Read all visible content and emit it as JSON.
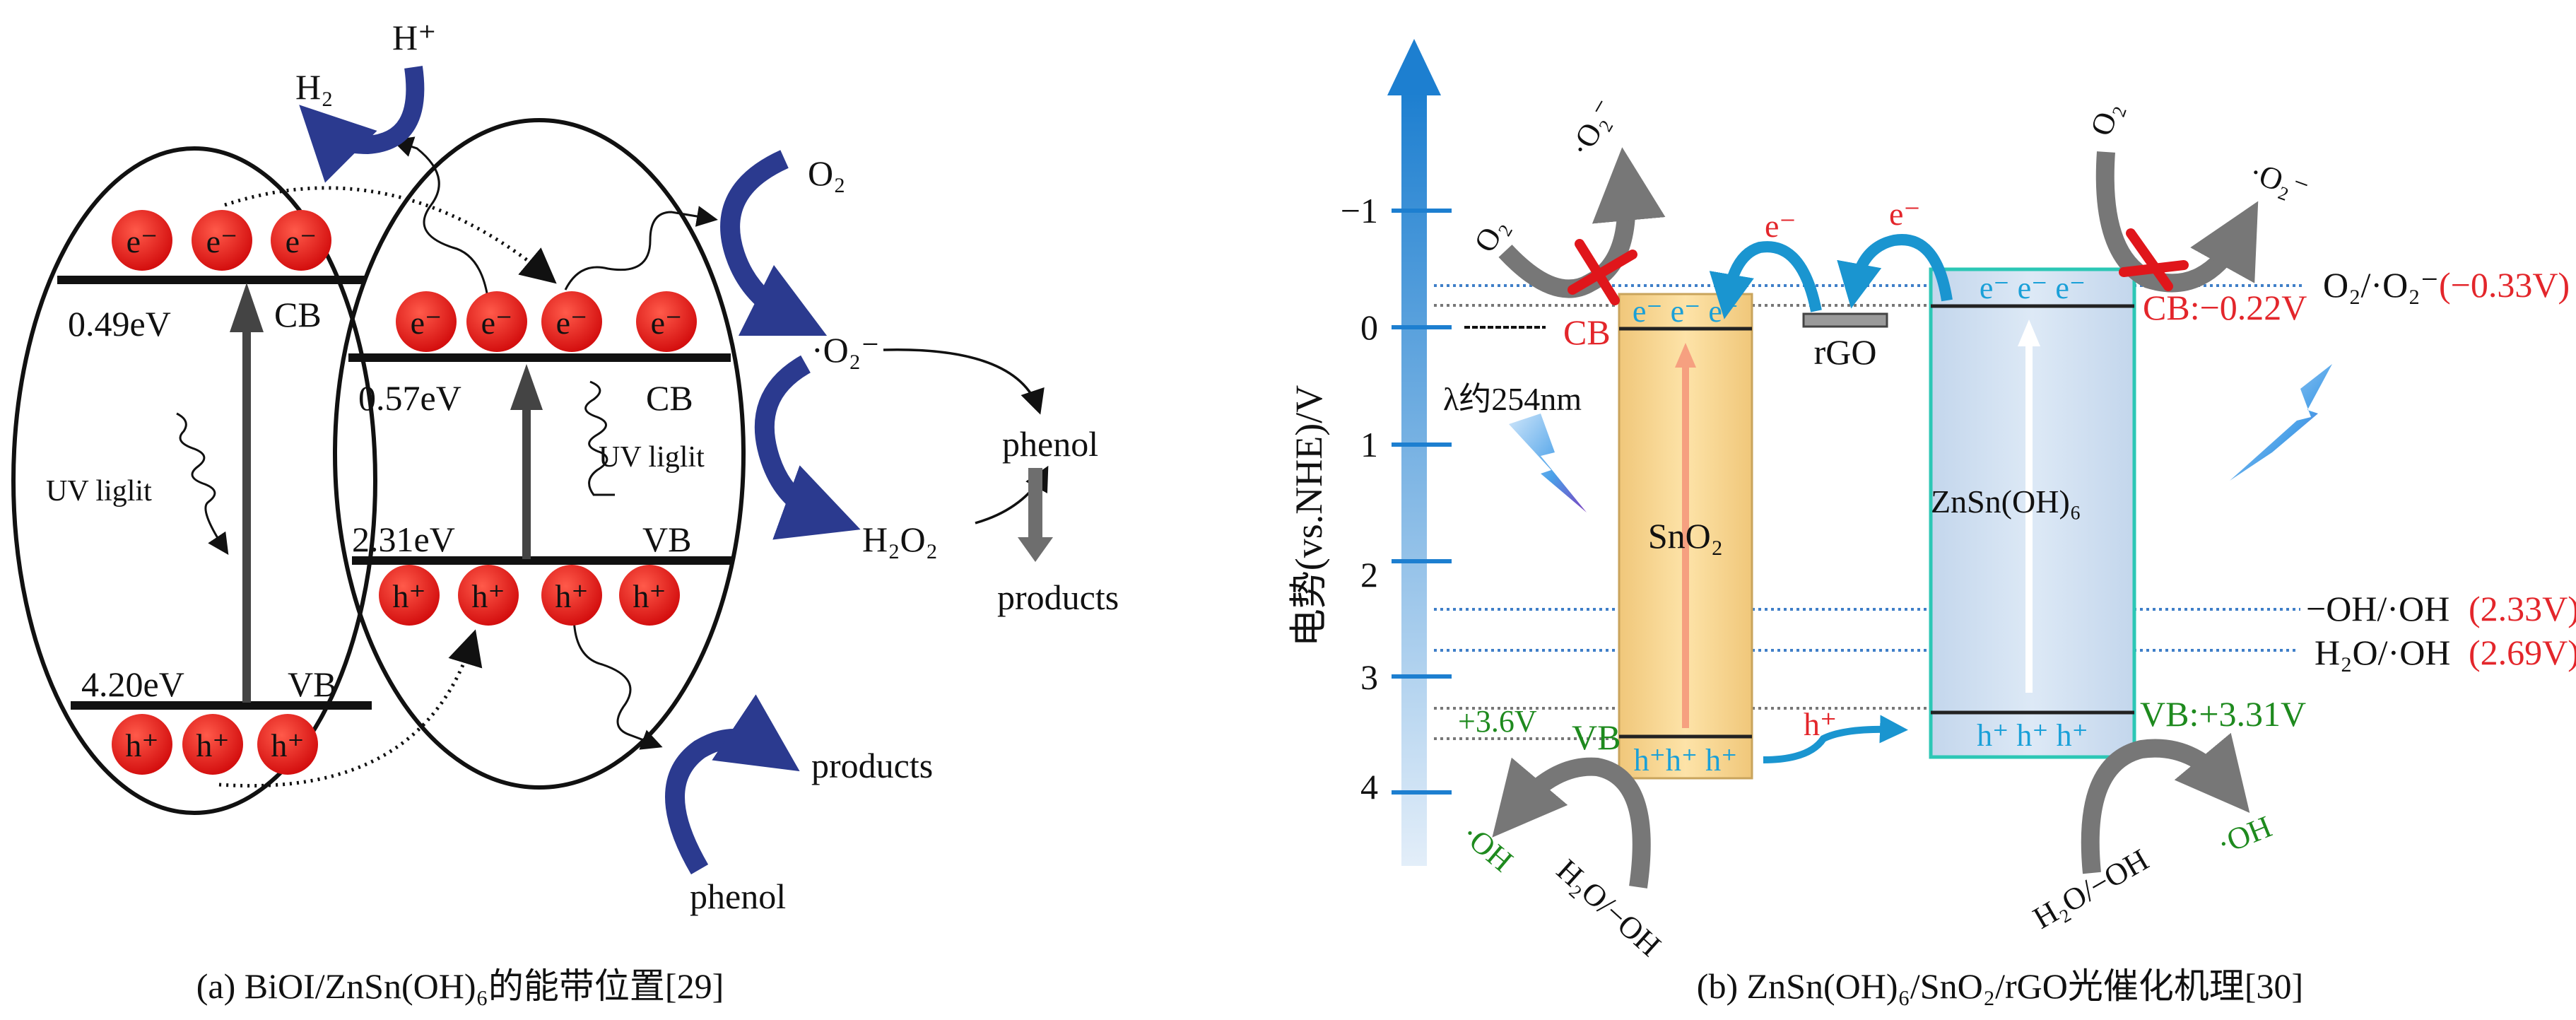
{
  "panel_a": {
    "caption": "(a) BiOI/ZnSn(OH)₆的能带位置[29]",
    "left": {
      "cb_energy": "0.49eV",
      "cb": "CB",
      "vb_energy": "4.20eV",
      "vb": "VB",
      "light": "UV liglit",
      "electrons": [
        "e⁻",
        "e⁻",
        "e⁻"
      ],
      "holes": [
        "h⁺",
        "h⁺",
        "h⁺"
      ]
    },
    "right": {
      "cb_energy": "0.57eV",
      "cb": "CB",
      "vb_energy": "2.31eV",
      "vb": "VB",
      "light": "UV liglit",
      "electrons": [
        "e⁻",
        "e⁻",
        "e⁻",
        "e⁻"
      ],
      "holes": [
        "h⁺",
        "h⁺",
        "h⁺",
        "h⁺"
      ]
    },
    "species": {
      "h_plus": "H⁺",
      "h2": "H₂",
      "o2": "O₂",
      "superoxide": "·O₂⁻",
      "h2o2": "H₂O₂",
      "phenol_right": "phenol",
      "products_right": "products",
      "products_bottom": "products",
      "phenol_bottom": "phenol"
    }
  },
  "panel_b": {
    "caption": "(b) ZnSn(OH)₆/SnO₂/rGO光催化机理[30]",
    "axis": {
      "label": "电势(vs.NHE)/V",
      "ticks": [
        "−1",
        "0",
        "1",
        "2",
        "3",
        "4"
      ]
    },
    "sno2": {
      "label": "SnO₂",
      "cb": "CB",
      "vb": "VB",
      "vb_value": "+3.6V",
      "electrons": "e⁻ e⁻  e⁻",
      "holes": "h⁺h⁺ h⁺"
    },
    "znsn": {
      "label": "ZnSn(OH)₆",
      "cb_value": "CB:−0.22V",
      "vb_value": "VB:+3.31V",
      "electrons": "e⁻   e⁻   e⁻",
      "holes": "h⁺  h⁺  h⁺"
    },
    "rgo": "rGO",
    "light": "λ约254nm",
    "transfers": {
      "e1": "e⁻",
      "e2": "e⁻",
      "h": "h⁺"
    },
    "species": {
      "o2_left": "O₂",
      "superoxide_left": "·O₂⁻",
      "o2_right": "O₂",
      "superoxide_right": "·O₂⁻",
      "oh_left": "·OH",
      "water_left": "H₂O/−OH",
      "oh_right": "·OH",
      "water_right": "H₂O/−OH"
    },
    "levels": [
      {
        "name": "O₂/·O₂⁻",
        "value": "(−0.33V)"
      },
      {
        "name": "−OH/·OH",
        "value": "(2.33V)"
      },
      {
        "name": "H₂O/·OH",
        "value": "(2.69V)"
      }
    ]
  }
}
